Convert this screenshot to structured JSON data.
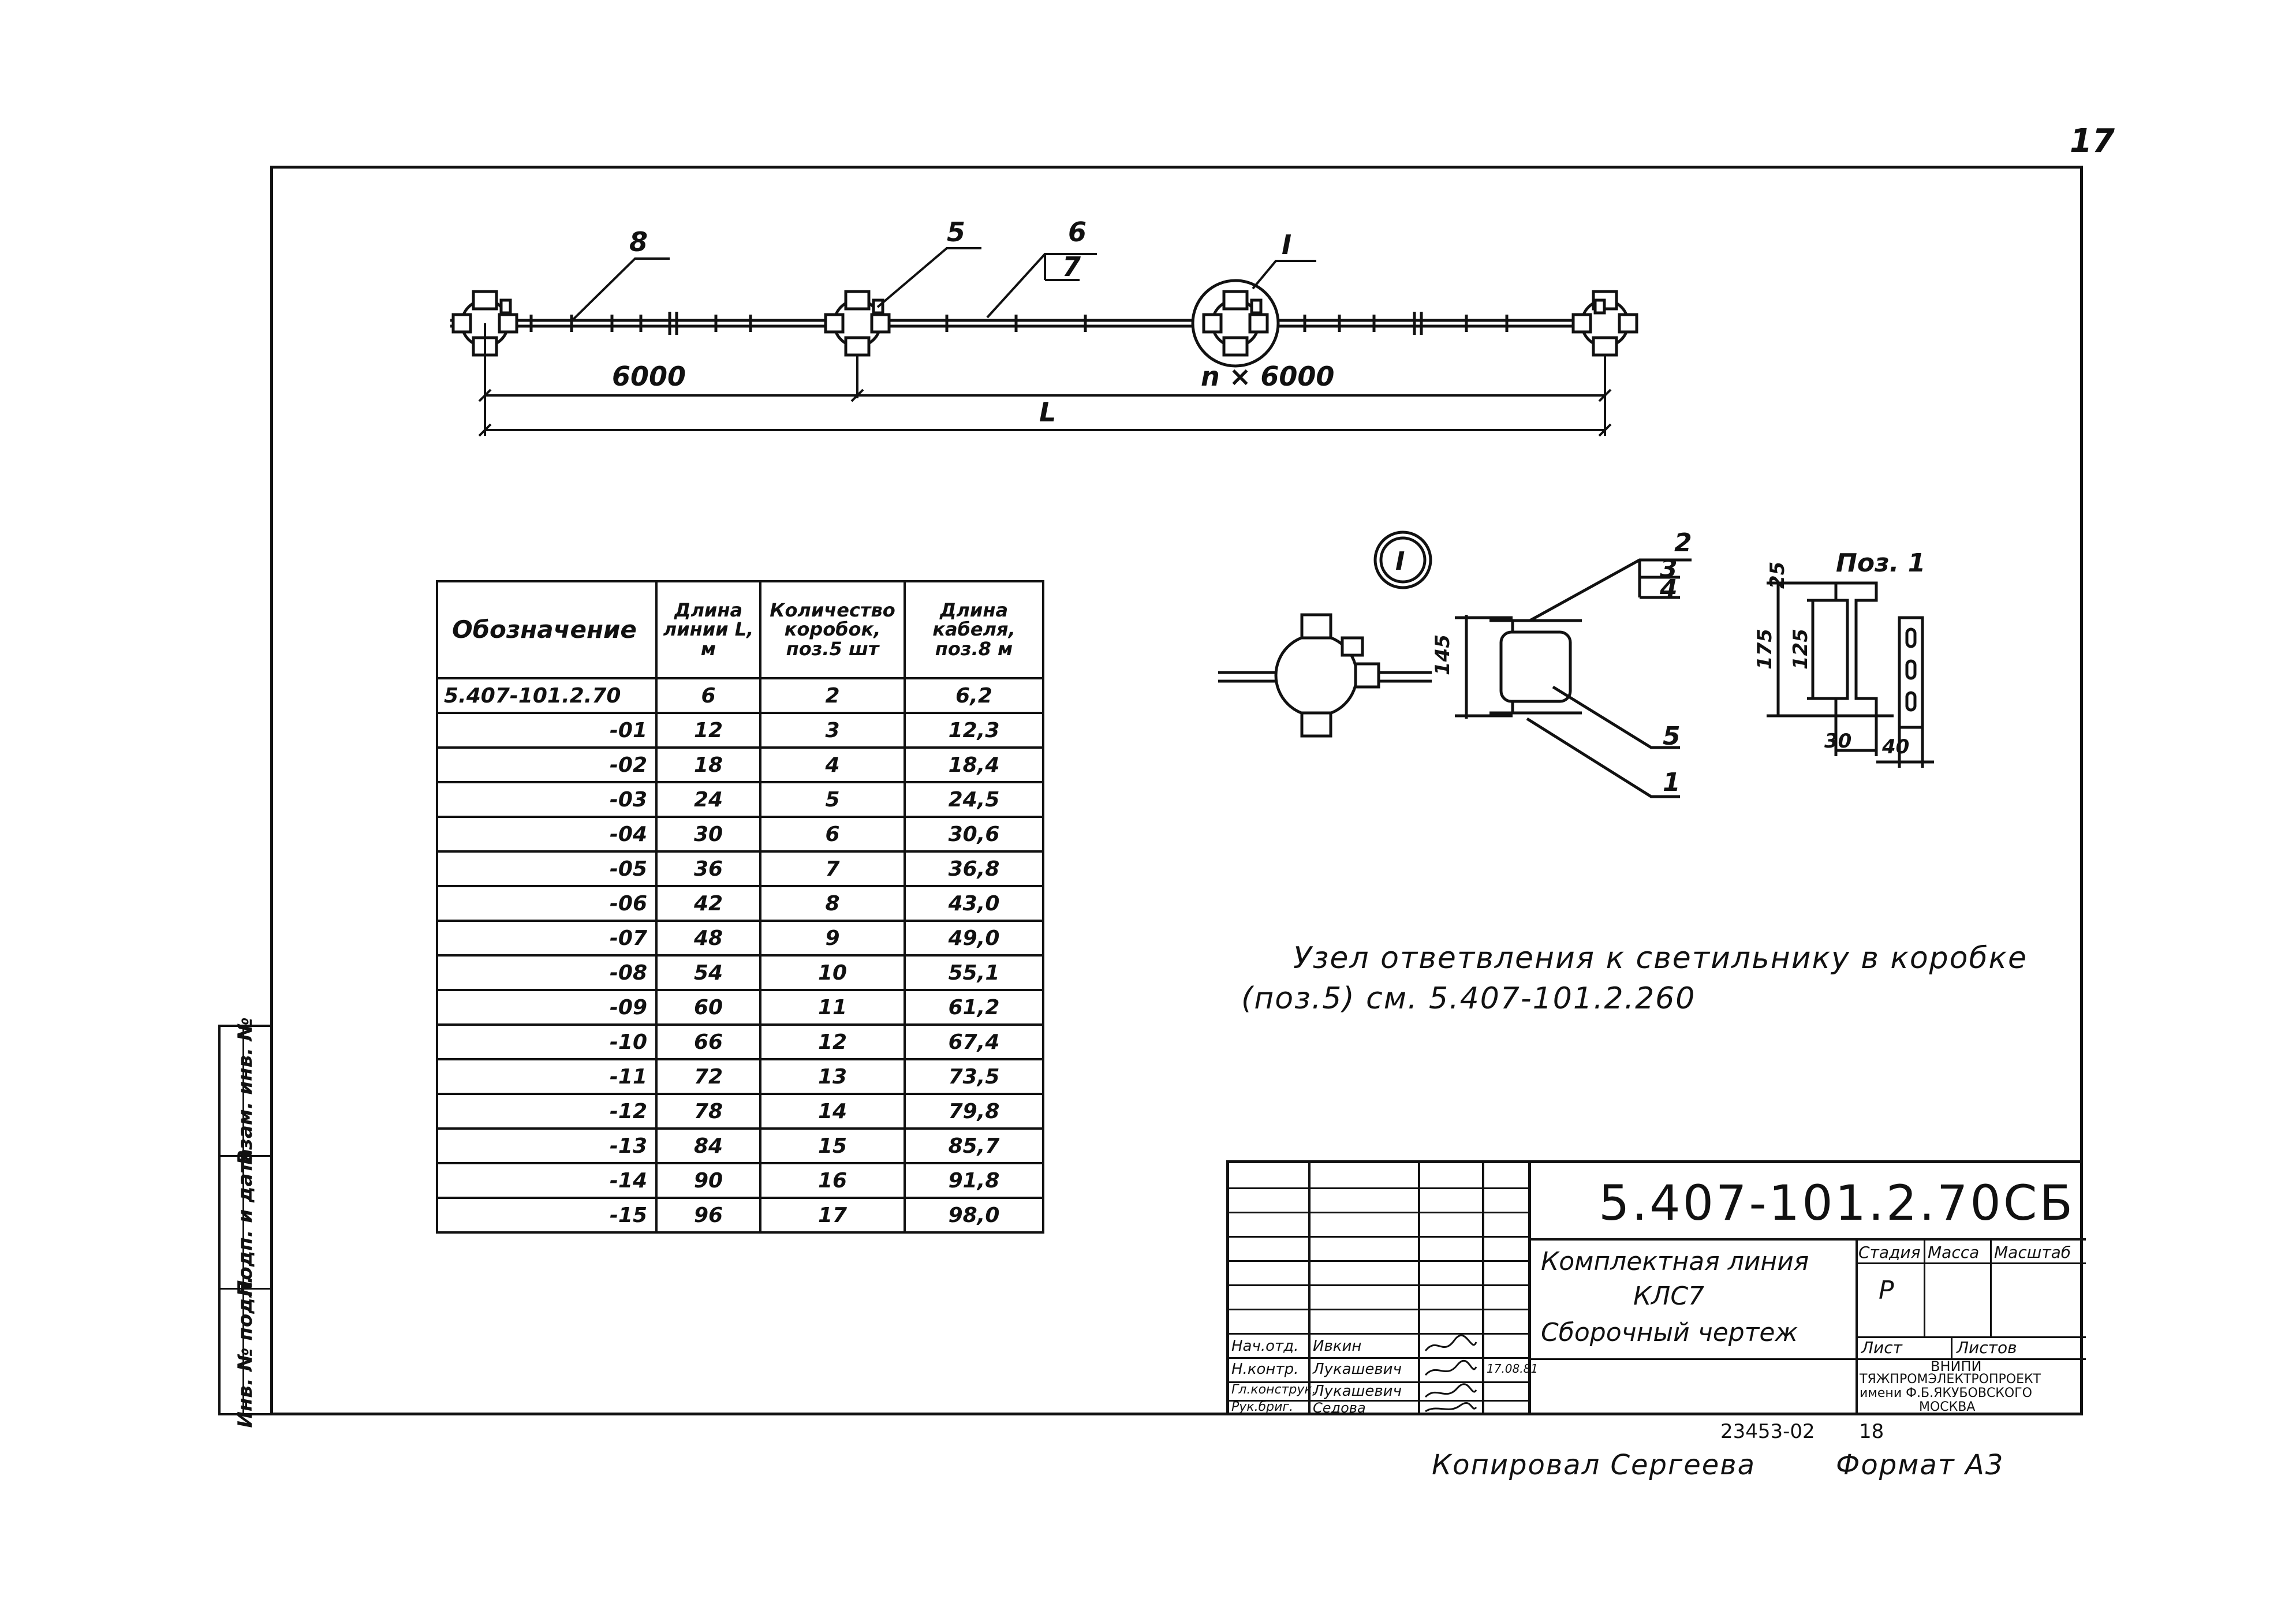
{
  "page_number": "17",
  "top_drawing": {
    "callouts": [
      "8",
      "5",
      "6",
      "7",
      "I"
    ],
    "dim_span": "6000",
    "dim_span_n": "n × 6000",
    "dim_total": "L"
  },
  "detail": {
    "marker": "I",
    "callouts": [
      "2",
      "3",
      "4",
      "5",
      "1"
    ],
    "dim_145": "145",
    "pos_title": "Поз. 1",
    "pos_dims": [
      "25",
      "175",
      "125",
      "30",
      "40"
    ]
  },
  "table": {
    "headers": [
      "Обозначение",
      "Длина линии L, м",
      "Количество коробок, поз.5 шт",
      "Длина кабеля, поз.8 м"
    ],
    "rows": [
      [
        "5.407-101.2.70",
        "6",
        "2",
        "6,2"
      ],
      [
        "-01",
        "12",
        "3",
        "12,3"
      ],
      [
        "-02",
        "18",
        "4",
        "18,4"
      ],
      [
        "-03",
        "24",
        "5",
        "24,5"
      ],
      [
        "-04",
        "30",
        "6",
        "30,6"
      ],
      [
        "-05",
        "36",
        "7",
        "36,8"
      ],
      [
        "-06",
        "42",
        "8",
        "43,0"
      ],
      [
        "-07",
        "48",
        "9",
        "49,0"
      ],
      [
        "-08",
        "54",
        "10",
        "55,1"
      ],
      [
        "-09",
        "60",
        "11",
        "61,2"
      ],
      [
        "-10",
        "66",
        "12",
        "67,4"
      ],
      [
        "-11",
        "72",
        "13",
        "73,5"
      ],
      [
        "-12",
        "78",
        "14",
        "79,8"
      ],
      [
        "-13",
        "84",
        "15",
        "85,7"
      ],
      [
        "-14",
        "90",
        "16",
        "91,8"
      ],
      [
        "-15",
        "96",
        "17",
        "98,0"
      ]
    ]
  },
  "note": {
    "line1": "Узел ответвления к светильнику в коробке",
    "line2": "(поз.5)  см. 5.407-101.2.260"
  },
  "side_stamp": [
    "Взам. инв. №",
    "Подп. и дата",
    "Инв. № подл."
  ],
  "title_block": {
    "doc_code": "5.407-101.2.70СБ",
    "title_line1": "Комплектная линия",
    "title_line2": "КЛС7",
    "title_line3": "Сборочный чертеж",
    "stage_label": "Стадия",
    "mass_label": "Масса",
    "scale_label": "Масштаб",
    "stage_value": "Р",
    "sheet_label": "Лист",
    "sheets_label": "Листов",
    "org_line1": "ВНИПИ",
    "org_line2": "ТЯЖПРОМЭЛЕКТРОПРОЕКТ",
    "org_line3": "имени Ф.Б.ЯКУБОВСКОГО",
    "org_line4": "МОСКВА",
    "roles": [
      {
        "role": "Нач.отд.",
        "name": "Ивкин",
        "date": ""
      },
      {
        "role": "Н.контр.",
        "name": "Лукашевич",
        "date": "17.08.81"
      },
      {
        "role": "Гл.конструк.",
        "name": "Лукашевич",
        "date": ""
      },
      {
        "role": "Рук.бриг.",
        "name": "Седова",
        "date": ""
      }
    ]
  },
  "bottom": {
    "archive_no": "23453-02",
    "sheet_no": "18",
    "copied_by": "Копировал  Сергеева",
    "format": "Формат А3"
  }
}
